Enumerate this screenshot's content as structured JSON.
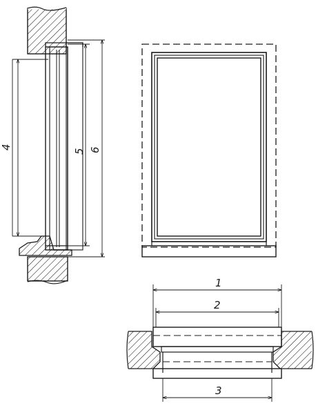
{
  "dimension_labels": {
    "d1": "1",
    "d2": "2",
    "d3": "3",
    "d4": "4",
    "d5": "5",
    "d6": "6"
  },
  "colors": {
    "ink": "#1a1a1a",
    "background": "#ffffff"
  }
}
